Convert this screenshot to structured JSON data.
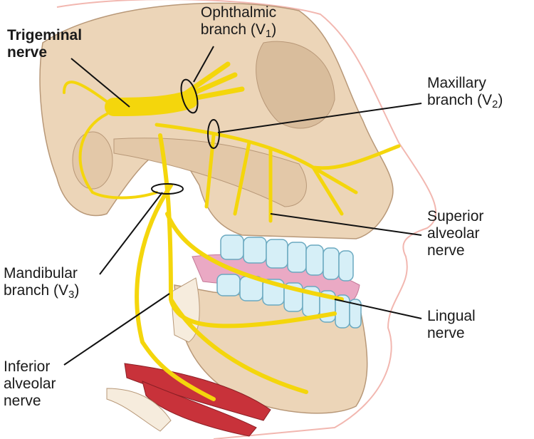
{
  "labels": {
    "trigeminal": {
      "line1": "Trigeminal",
      "line2": "nerve"
    },
    "ophthalmic": {
      "line1": "Ophthalmic",
      "line2": "branch (V",
      "sub": "1",
      "close": ")"
    },
    "maxillary": {
      "line1": "Maxillary",
      "line2": "branch (V",
      "sub": "2",
      "close": ")"
    },
    "superior_alveolar": {
      "line1": "Superior",
      "line2": "alveolar",
      "line3": "nerve"
    },
    "mandibular": {
      "line1": "Mandibular",
      "line2": "branch (V",
      "sub": "3",
      "close": ")"
    },
    "lingual": {
      "line1": "Lingual",
      "line2": "nerve"
    },
    "inferior_alveolar": {
      "line1": "Inferior",
      "line2": "alveolar",
      "line3": "nerve"
    }
  },
  "colors": {
    "bone": "#ecd5b8",
    "nerve": "#f4d60c",
    "muscle": "#c8323a",
    "teeth": "#d6eff7",
    "gum": "#eaa9c4",
    "skin": "#f2b7b0"
  }
}
